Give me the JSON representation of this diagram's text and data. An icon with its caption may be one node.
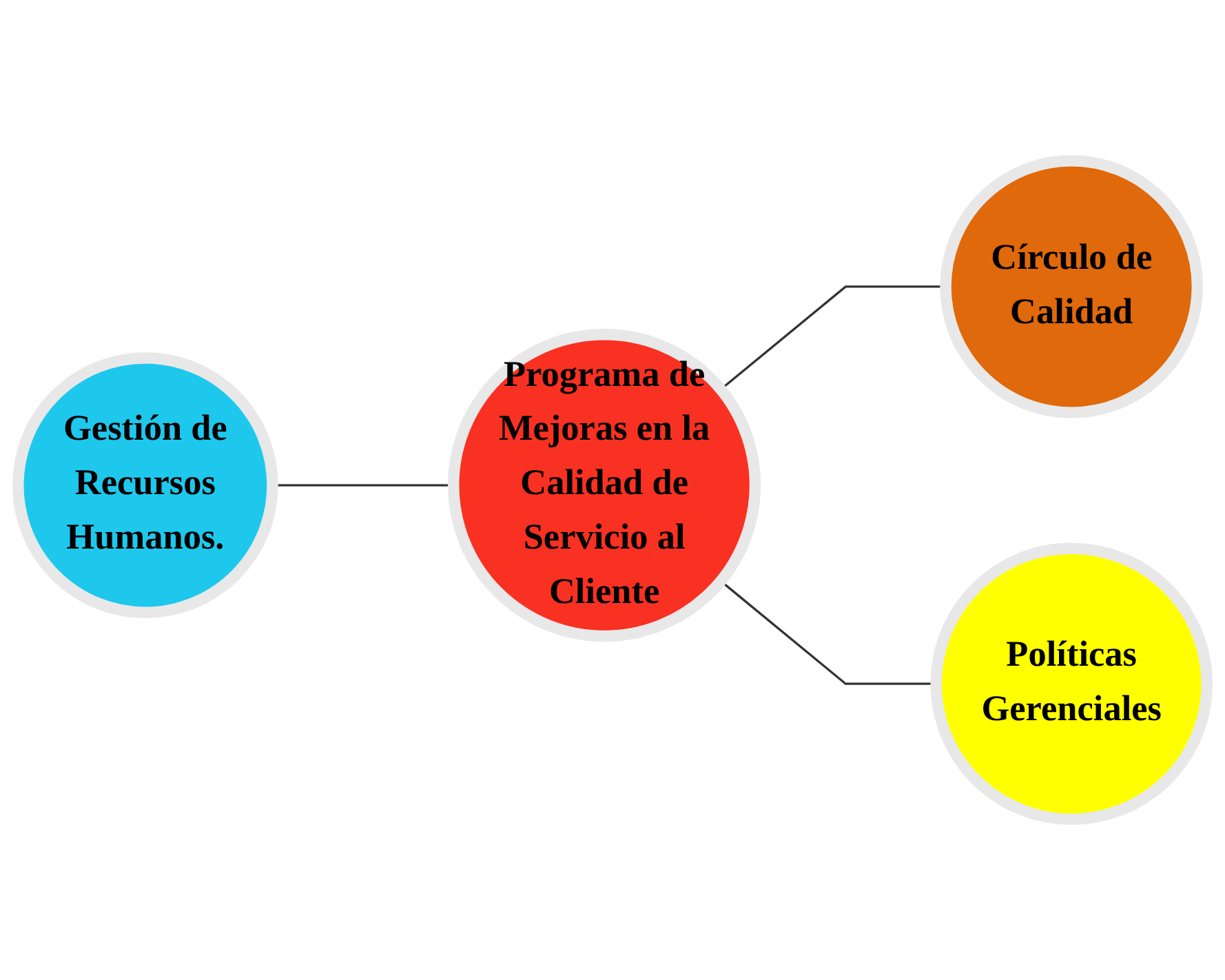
{
  "diagram": {
    "nodes": [
      {
        "text": [
          "Gestión de Recursos Humanos."
        ]
      },
      {
        "text": [
          "Programa de Mejoras en la Calidad de Servicio al Cliente"
        ]
      },
      {
        "text": [
          "Círculo de Calidad"
        ]
      },
      {
        "text": [
          "Políticas Gerenciales"
        ]
      }
    ],
    "edges": [
      {
        "from": 0,
        "to": 1,
        "arrow": "none"
      },
      {
        "from": 1,
        "to": 2,
        "arrow": "none"
      },
      {
        "from": 1,
        "to": 3,
        "arrow": "none"
      }
    ]
  }
}
